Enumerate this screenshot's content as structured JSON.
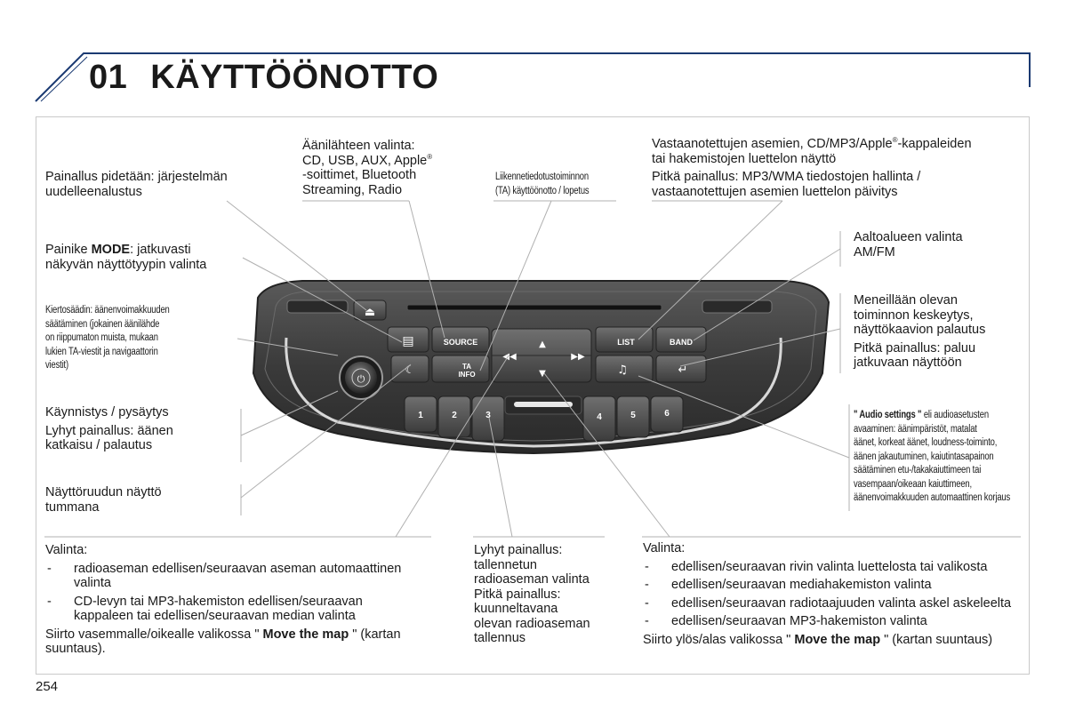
{
  "header": {
    "number": "01",
    "title": "KÄYTTÖÖNOTTO"
  },
  "labels": {
    "reset": [
      "Painallus pidetään: järjestelmän",
      "uudelleenalustus"
    ],
    "source": [
      "Äänilähteen valinta:",
      "CD, USB, AUX, Apple",
      "-soittimet, Bluetooth",
      "Streaming, Radio"
    ],
    "source_sup": "®",
    "ta": [
      "Liikennetiedotustoiminnon",
      "(TA) käyttöönotto / lopetus"
    ],
    "list_top": [
      "Vastaanotettujen asemien, CD/MP3/Apple",
      "-kappaleiden",
      "tai hakemistojen luettelon näyttö"
    ],
    "list_top_sup": "®",
    "list_long": [
      "Pitkä painallus: MP3/WMA tiedostojen hallinta /",
      "vastaanotettujen asemien luettelon päivitys"
    ],
    "mode_prefix": "Painike ",
    "mode_bold": "MODE",
    "mode_suffix": ": jatkuvasti",
    "mode_line2": "näkyvän näyttötyypin valinta",
    "band": [
      "Aaltoalueen valinta",
      "AM/FM"
    ],
    "volume": [
      "Kiertosäädin: äänenvoimakkuuden",
      "säätäminen (jokainen äänilähde",
      "on riippumaton muista, mukaan",
      "lukien TA-viestit ja navigaattorin",
      "viestit)"
    ],
    "back": [
      "Meneillään olevan",
      "toiminnon keskeytys,",
      "näyttökaavion palautus"
    ],
    "back_long": [
      "Pitkä painallus: paluu",
      "jatkuvaan näyttöön"
    ],
    "power": [
      "Käynnistys / pysäytys",
      "Lyhyt painallus: äänen",
      "katkaisu / palautus"
    ],
    "audio_settings_bold": "\" Audio settings \"",
    "audio_settings_first": " eli audioasetusten",
    "audio_settings": [
      "avaaminen: äänimpäristöt, matalat",
      "äänet, korkeat äänet, loudness-toiminto,",
      "äänen jakautuminen, kaiutintasapainon",
      "säätäminen etu-/takakaiuttimeen tai",
      "vasempaan/oikeaan kaiuttimeen,",
      "äänenvoimakkuuden automaattinen korjaus"
    ],
    "dark": [
      "Näyttöruudun näyttö",
      "tummana"
    ]
  },
  "bottom_left": {
    "title": "Valinta:",
    "items": [
      [
        "radioaseman edellisen/seuraavan aseman automaattinen",
        "valinta"
      ],
      [
        "CD-levyn tai MP3-hakemiston edellisen/seuraavan",
        "kappaleen tai edellisen/seuraavan median valinta"
      ]
    ],
    "move_prefix": "Siirto vasemmalle/oikealle valikossa \" ",
    "move_bold": "Move the map",
    "move_suffix": " \" (kartan",
    "move_line2": "suuntaus)."
  },
  "bottom_mid": [
    "Lyhyt painallus:",
    "tallennetun",
    "radioaseman valinta",
    "Pitkä painallus:",
    "kuunneltavana",
    "olevan radioaseman",
    "tallennus"
  ],
  "bottom_right": {
    "title": "Valinta:",
    "items": [
      "edellisen/seuraavan rivin valinta luettelosta tai valikosta",
      "edellisen/seuraavan mediahakemiston valinta",
      "edellisen/seuraavan radiotaajuuden valinta askel askeleelta",
      "edellisen/seuraavan MP3-hakemiston valinta"
    ],
    "move_prefix": "Siirto ylös/alas valikossa \" ",
    "move_bold": "Move the map",
    "move_suffix": " \" (kartan suuntaus)"
  },
  "bullet_dash": "-",
  "buttons": {
    "source": "SOURCE",
    "ta1": "TA",
    "ta2": "INFO",
    "list": "LIST",
    "band": "BAND",
    "p1": "1",
    "p2": "2",
    "p3": "3",
    "p4": "4",
    "p5": "5",
    "p6": "6"
  },
  "page_number": "254"
}
